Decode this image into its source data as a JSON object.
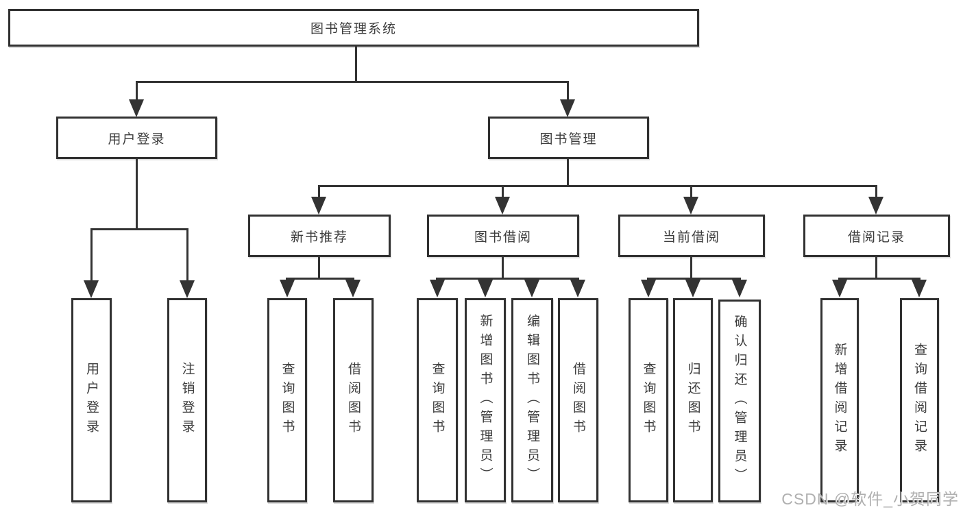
{
  "diagram": {
    "root": {
      "label": "图书管理系统"
    },
    "level2": [
      {
        "label": "用户登录"
      },
      {
        "label": "图书管理"
      }
    ],
    "level3": [
      {
        "label": "新书推荐"
      },
      {
        "label": "图书借阅"
      },
      {
        "label": "当前借阅"
      },
      {
        "label": "借阅记录"
      }
    ],
    "leaves": {
      "login": [
        {
          "label": "用户登录"
        },
        {
          "label": "注销登录"
        }
      ],
      "recommend": [
        {
          "label": "查询图书"
        },
        {
          "label": "借阅图书"
        }
      ],
      "borrow": [
        {
          "label": "查询图书"
        },
        {
          "label": "新增图书（管理员）"
        },
        {
          "label": "编辑图书（管理员）"
        },
        {
          "label": "借阅图书"
        }
      ],
      "current": [
        {
          "label": "查询图书"
        },
        {
          "label": "归还图书"
        },
        {
          "label": "确认归还（管理员）"
        }
      ],
      "records": [
        {
          "label": "新增借阅记录"
        },
        {
          "label": "查询借阅记录"
        }
      ]
    }
  },
  "watermark": {
    "text": "CSDN @软件_小贺同学"
  },
  "colors": {
    "line": "#333333",
    "text": "#3c3c3c",
    "background": "#ffffff",
    "watermark": "#b0b0b0"
  }
}
